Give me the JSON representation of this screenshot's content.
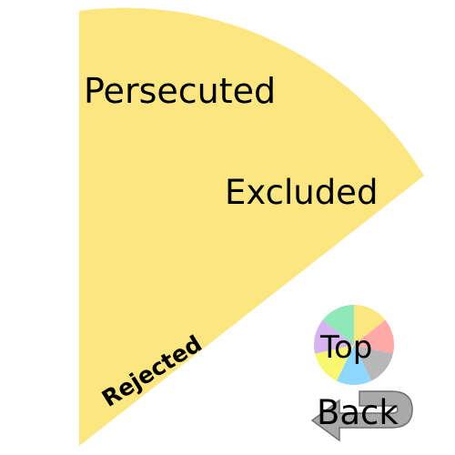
{
  "wedge": {
    "fill_color": "#FCE680",
    "segments": [
      {
        "label": "Persecuted"
      },
      {
        "label": "Excluded"
      },
      {
        "label": "Rejected"
      }
    ]
  },
  "nav": {
    "top_label": "Top",
    "top_icon": "mini-pie-chart-icon",
    "top_icon_colors": [
      "#FCE680",
      "#FFA8A8",
      "#B8B8B8",
      "#8ED8FF",
      "#F8F870",
      "#D6B4F0",
      "#8FE8B8"
    ],
    "back_label": "Back",
    "back_icon": "u-turn-arrow-icon",
    "back_icon_color": "#A9A9A9"
  }
}
